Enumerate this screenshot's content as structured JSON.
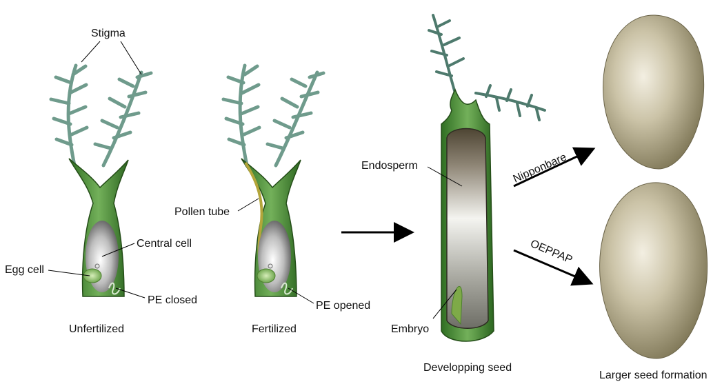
{
  "stages": {
    "unfertilized": "Unfertilized",
    "fertilized": "Fertilized",
    "developing_seed": "Developping seed",
    "larger_seed": "Larger seed formation"
  },
  "labels": {
    "stigma": "Stigma",
    "central_cell": "Central cell",
    "egg_cell": "Egg cell",
    "pe_closed": "PE closed",
    "pollen_tube": "Pollen tube",
    "pe_opened": "PE opened",
    "endosperm": "Endosperm",
    "embryo": "Embryo"
  },
  "arrows": {
    "nipponbare": "Nipponbare",
    "oeppap": "OEPPAP"
  }
}
